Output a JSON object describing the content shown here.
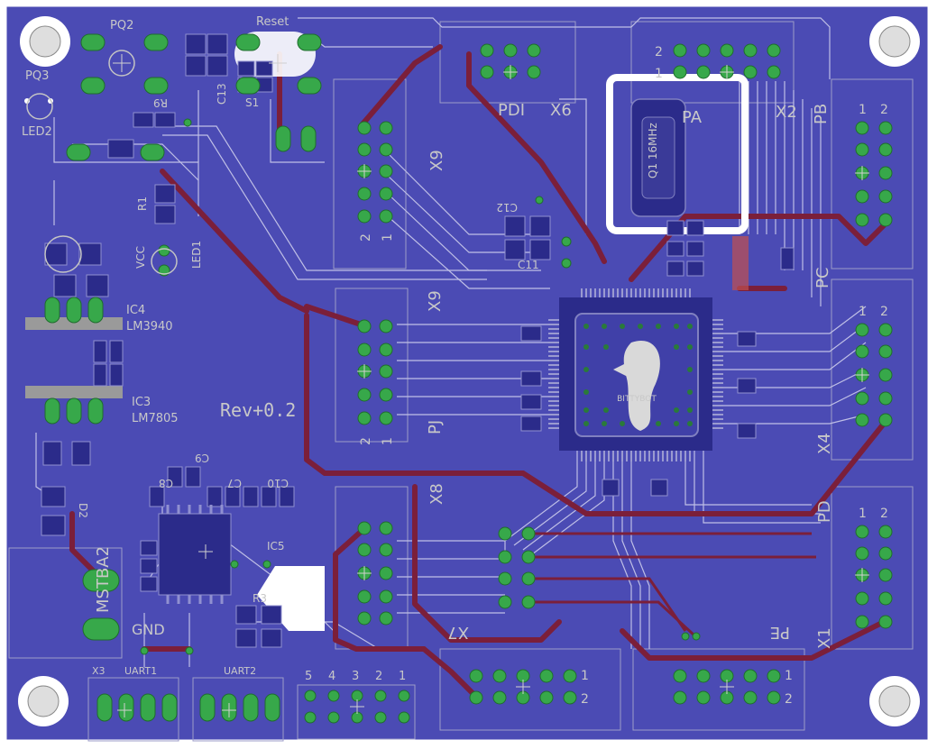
{
  "colors": {
    "board": "#4b4bb4",
    "outline": "#ffffff",
    "silk": "#c4c4c4",
    "silk_dark": "#3c3c8c",
    "route": "#7b1f3a",
    "pad_green": "#37a84a",
    "smd_blue": "#2b2b8a",
    "hole": "#e8e8e8",
    "gray_band": "#9a9a9a"
  },
  "labels": {
    "pq2": "PQ2",
    "pq3": "PQ3",
    "reset": "Reset",
    "led2": "LED2",
    "r9": "R9",
    "c13": "C13",
    "s1": "S1",
    "pdi": "PDI",
    "x6": "X6",
    "pa": "PA",
    "x2": "X2",
    "pb": "PB",
    "x9": "X9",
    "x9b": "X9",
    "pj": "PJ",
    "vcc": "VCC",
    "led1": "LED1",
    "r1": "R1",
    "c12": "C12",
    "c11": "C11",
    "q1": "Q1 16MHz",
    "ic4": "IC4",
    "lm3940": "LM3940",
    "ic3": "IC3",
    "lm7805": "LM7805",
    "rev": "Rev+0.2",
    "x4": "X4",
    "pc": "PC",
    "pd": "PD",
    "x8": "X8",
    "c9": "C9",
    "c8": "C8",
    "c7": "C7",
    "c10": "C10",
    "ic5": "IC5",
    "r3": "R3",
    "d2": "D2",
    "mstba2": "MSTBA2",
    "gnd": "GND",
    "pe": "PE",
    "x7": "X7",
    "x1": "X1",
    "x3": "X3",
    "uart1": "UART1",
    "uart2": "UART2",
    "num1": "1",
    "num2": "2",
    "num3": "3",
    "num4": "4",
    "num5": "5",
    "logo_text": "BITTYBOT"
  },
  "top_header_numbers": [
    "5",
    "4",
    "3",
    "2",
    "1"
  ]
}
